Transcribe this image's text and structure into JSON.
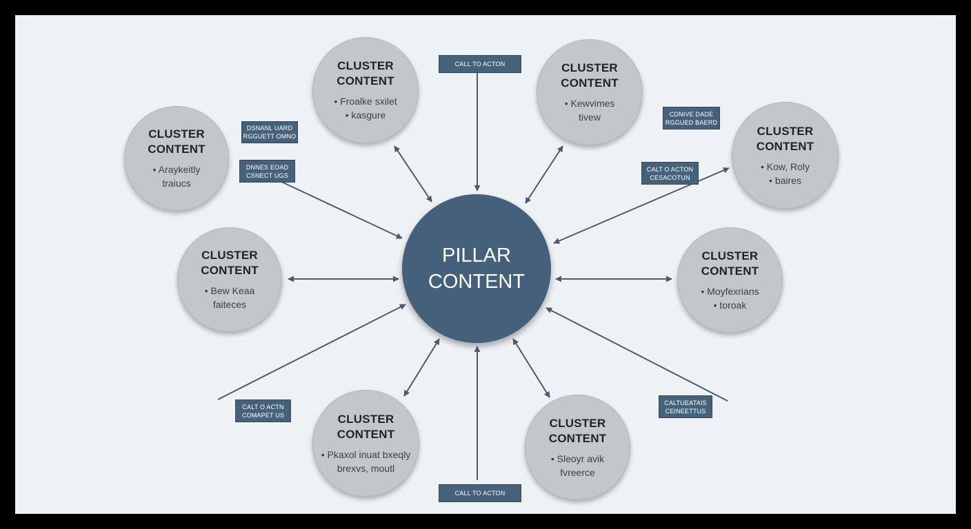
{
  "pillar": {
    "line1": "PILLAR",
    "line2": "CONTENT"
  },
  "clusters": [
    {
      "line1": "CLUSTER",
      "line2": "CONTENT",
      "b1": "•  Froalke sxilet",
      "b2": "•  kasgure"
    },
    {
      "line1": "CLUSTER",
      "line2": "CONTENT",
      "b1": "•  Kewvimes",
      "b2": "tivew"
    },
    {
      "line1": "CLUSTER",
      "line2": "CONTENT",
      "b1": "•  Araykeitly",
      "b2": "traiucs"
    },
    {
      "line1": "CLUSTER",
      "line2": "CONTENT",
      "b1": "•  Kow, Roly",
      "b2": "•  baires"
    },
    {
      "line1": "CLUSTER",
      "line2": "CONTENT",
      "b1": "•  Bew Keaa",
      "b2": "faiteces"
    },
    {
      "line1": "CLUSTER",
      "line2": "CONTENT",
      "b1": "•  Moyfexrians",
      "b2": "•  toroak"
    },
    {
      "line1": "CLUSTER",
      "line2": "CONTENT",
      "b1": "•  Pkaxol inuat bxeqly",
      "b2": "brexvs, moutl"
    },
    {
      "line1": "CLUSTER",
      "line2": "CONTENT",
      "b1": "•  Sleoyr avik",
      "b2": "fvreerce"
    }
  ],
  "tags": [
    {
      "line1": "CALL TO ACTON",
      "line2": ""
    },
    {
      "line1": "DSNANL UARD",
      "line2": "RGGUETT OMNO"
    },
    {
      "line1": "DNNES EOAD",
      "line2": "CSNECT UGS"
    },
    {
      "line1": "CDNIVE DADE",
      "line2": "RGGUED BAERD"
    },
    {
      "line1": "CALT O ACTON",
      "line2": "CESACOTUN"
    },
    {
      "line1": "CALT O ACTN",
      "line2": "COMAPET US"
    },
    {
      "line1": "CALTUEATAIS",
      "line2": "CEINEETTUS"
    },
    {
      "line1": "CALL TO ACTON",
      "line2": ""
    }
  ],
  "colors": {
    "pillar": "#44607a",
    "cluster": "#c4c7ca",
    "arrow": "#4a5b6c",
    "tag": "#46627b",
    "background": "#eef2f5"
  }
}
